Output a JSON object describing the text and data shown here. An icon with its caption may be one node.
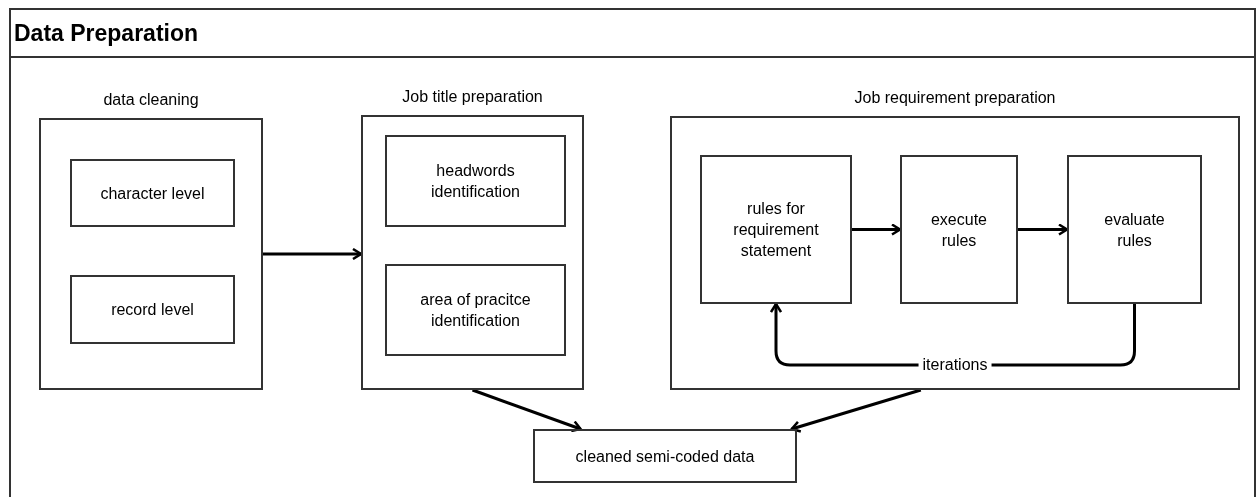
{
  "diagram": {
    "nodes": [
      {
        "text": [
          "Data Preparation"
        ]
      },
      {
        "text": [
          "data cleaning"
        ],
        "in": 0
      },
      {
        "text": [
          "character level"
        ],
        "in": 1
      },
      {
        "text": [
          "record level"
        ],
        "in": 1
      },
      {
        "text": [
          "Job title preparation"
        ],
        "in": 0
      },
      {
        "text": [
          "headwords identification"
        ],
        "in": 4
      },
      {
        "text": [
          "area of pracitce identification"
        ],
        "in": 4
      },
      {
        "text": [
          "Job requirement preparation"
        ],
        "in": 0
      },
      {
        "text": [
          "rules for requirement statement"
        ],
        "in": 7
      },
      {
        "text": [
          "execute rules"
        ],
        "in": 7
      },
      {
        "text": [
          "evaluate rules"
        ],
        "in": 7
      },
      {
        "text": [
          "cleaned semi-coded data"
        ],
        "in": 0
      }
    ],
    "edges": [
      {
        "from": 1,
        "to": 4,
        "arrow": "to"
      },
      {
        "from": 8,
        "to": 9,
        "arrow": "to"
      },
      {
        "from": 9,
        "to": 10,
        "arrow": "to"
      },
      {
        "from": 10,
        "to": 8,
        "arrow": "to",
        "label": "iterations"
      },
      {
        "from": 4,
        "to": 11,
        "arrow": "to"
      },
      {
        "from": 7,
        "to": 11,
        "arrow": "to"
      }
    ]
  }
}
